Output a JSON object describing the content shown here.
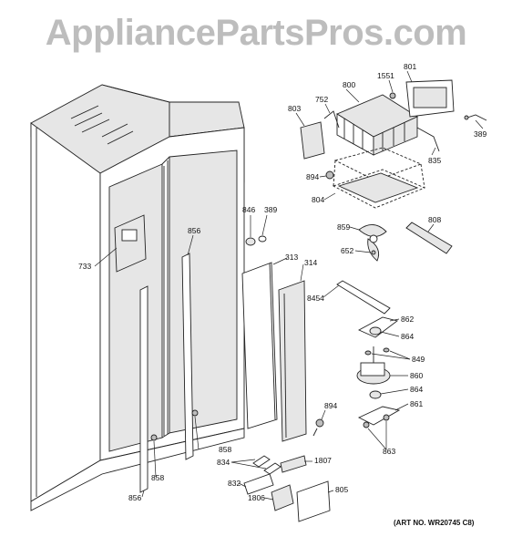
{
  "watermark": "AppliancePartsPros.com",
  "art_number": "(ART NO. WR20745 C8)",
  "labels": {
    "p800": "800",
    "p1551": "1551",
    "p801": "801",
    "p803": "803",
    "p752": "752",
    "p389a": "389",
    "p835": "835",
    "p894a": "894",
    "p804": "804",
    "p846": "846",
    "p389b": "389",
    "p859": "859",
    "p808": "808",
    "p652": "652",
    "p733": "733",
    "p856a": "856",
    "p313": "313",
    "p314": "314",
    "p8454": "8454",
    "p862": "862",
    "p864a": "864",
    "p849": "849",
    "p860": "860",
    "p864b": "864",
    "p861": "861",
    "p894b": "894",
    "p863": "863",
    "p858a": "858",
    "p834": "834",
    "p1807": "1807",
    "p832": "832",
    "p858b": "858",
    "p856b": "856",
    "p1806": "1806",
    "p805": "805"
  }
}
